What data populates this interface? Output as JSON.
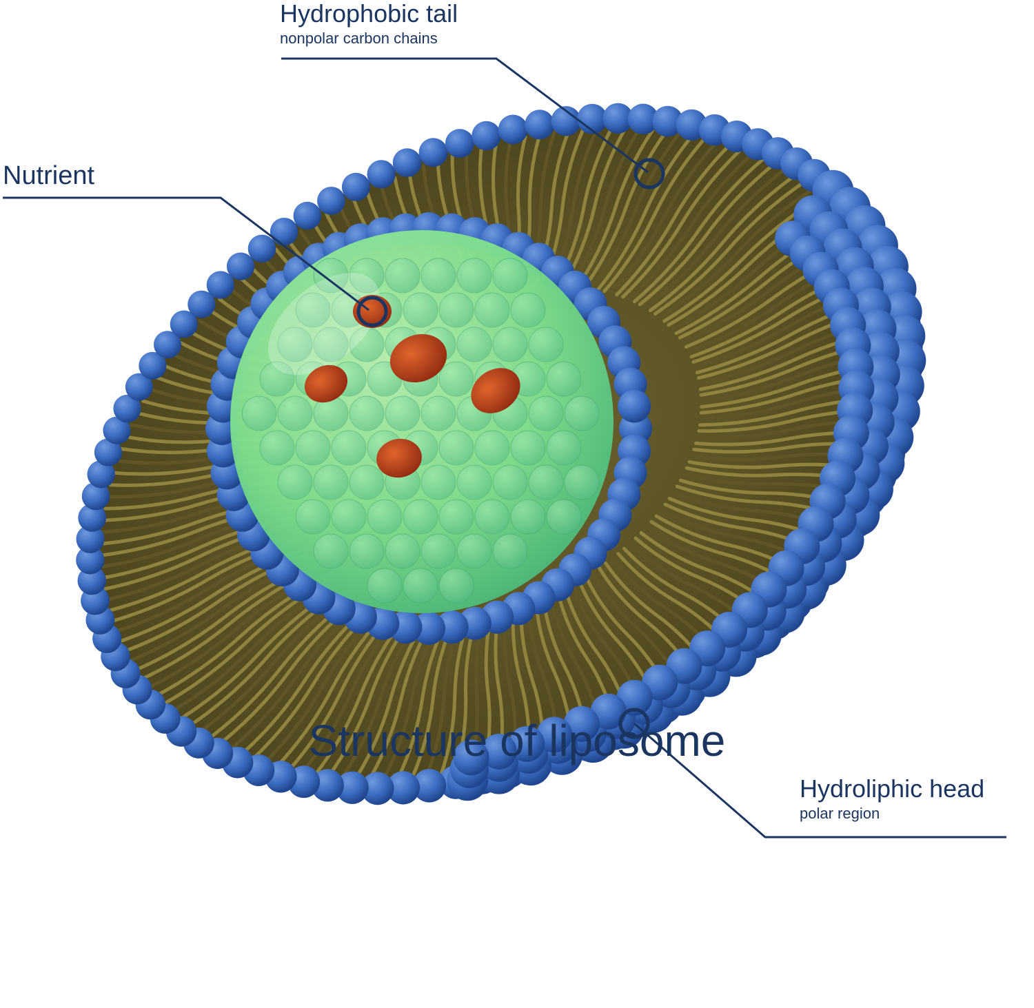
{
  "title": "Structure of liposome",
  "labels": {
    "tail": {
      "title": "Hydrophobic tail",
      "subtitle": "nonpolar carbon chains",
      "icon": "ring-pointer-icon"
    },
    "nutrient": {
      "title": "Nutrient",
      "icon": "ring-pointer-icon"
    },
    "head": {
      "title": "Hydroliphic head",
      "subtitle": "polar region",
      "icon": "ring-pointer-icon"
    }
  },
  "colors": {
    "text": "#1b3561",
    "leader_line": "#1b3561",
    "phospholipid_head": "#3f6fc2",
    "phospholipid_head_dark": "#1f468f",
    "lipid_tail": "#8f8340",
    "lipid_tail_dark": "#5f5526",
    "core_fluid": "#7ee08d",
    "nutrient_particle": "#c2441e"
  }
}
